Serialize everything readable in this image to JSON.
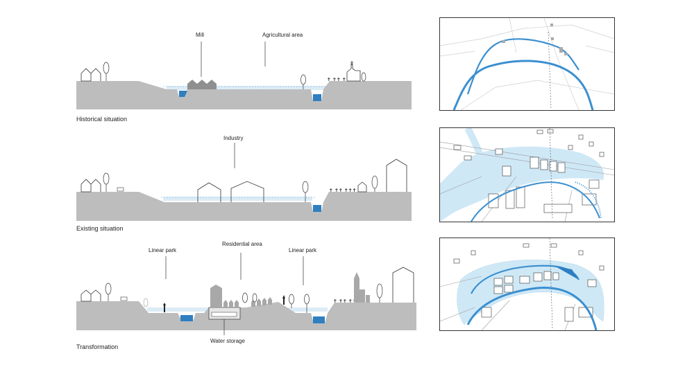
{
  "sections": {
    "historical": {
      "caption": "Historical situation",
      "labels": {
        "mill": "Mill",
        "agricultural": "Agricultural area"
      }
    },
    "existing": {
      "caption": "Existing situation",
      "labels": {
        "industry": "Industry"
      }
    },
    "transformation": {
      "caption": "Transformation",
      "labels": {
        "linear_park_left": "Linear park",
        "residential": "Residential area",
        "linear_park_right": "Linear park",
        "water_storage": "Water storage"
      }
    }
  },
  "colors": {
    "ground": "#bdbdbd",
    "water": "#2f7fc1",
    "water_light": "#cfe8f6",
    "map_stream": "#3a8fd0",
    "map_green": "#b9dcec"
  }
}
